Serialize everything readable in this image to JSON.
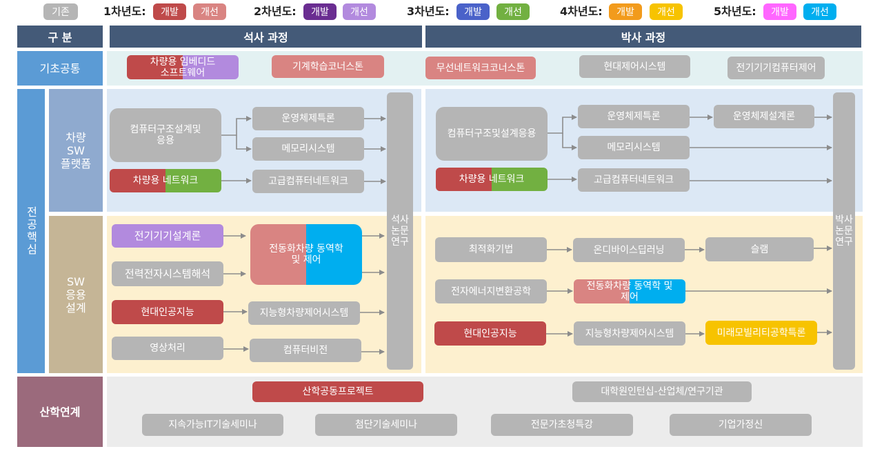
{
  "legend": {
    "existing": "기존",
    "years": [
      {
        "label": "1차년도:",
        "dev": "개발",
        "imp": "개선",
        "dev_color": "#bf4a4a",
        "imp_color": "#d98482"
      },
      {
        "label": "2차년도:",
        "dev": "개발",
        "imp": "개선",
        "dev_color": "#6a2d91",
        "imp_color": "#b28ade"
      },
      {
        "label": "3차년도:",
        "dev": "개발",
        "imp": "개선",
        "dev_color": "#4a62c9",
        "imp_color": "#72b041"
      },
      {
        "label": "4차년도:",
        "dev": "개발",
        "imp": "개선",
        "dev_color": "#f29b1c",
        "imp_color": "#f7c300"
      },
      {
        "label": "5차년도:",
        "dev": "개발",
        "imp": "개선",
        "dev_color": "#ff66ff",
        "imp_color": "#00aeef"
      }
    ]
  },
  "header": {
    "category": "구 분",
    "masters": "석사 과정",
    "phd": "박사 과정"
  },
  "rows": {
    "basic": "기초공통",
    "major": "전공핵심",
    "vehicle_sw": "차량\nSW\n플랫폼",
    "sw_app": "SW\n응용\n설계",
    "industry": "산학연계"
  },
  "basic_common": {
    "embedded_sw": "차량용 임베디드\n소프트웨어",
    "ml_concert": "기계학습코너스톤",
    "wireless_concert": "무선네트워크코너스톤",
    "modern_control": "현대제어시스템",
    "electrical_computer": "전기기기컴퓨터제어"
  },
  "masters_platform": {
    "computer_arch": "컴퓨터구조설계및\n응용",
    "os_special": "운영체제특론",
    "memory_system": "메모리시스템",
    "vehicle_network": "차량용 네트워크",
    "adv_network": "고급컴퓨터네트워크"
  },
  "masters_app": {
    "electrical_design": "전기기기설계론",
    "power_electronics": "전력전자시스템해석",
    "ev_dynamics": "전동화차량 동역학\n및 제어",
    "modern_ai": "현대인공지능",
    "intelligent_vehicle": "지능형차량제어시스템",
    "image_processing": "영상처리",
    "computer_vision": "컴퓨터비전"
  },
  "masters_thesis": "석사\n논문\n연구",
  "phd_platform": {
    "computer_arch": "컴퓨터구조및설계응용",
    "os_special": "운영체제특론",
    "os_design": "운영체제설계론",
    "memory_system": "메모리시스템",
    "vehicle_network": "차량용 네트워크",
    "adv_network": "고급컴퓨터네트워크"
  },
  "phd_app": {
    "optimization": "최적화기법",
    "on_device_dl": "온디바이스딥러닝",
    "slam": "슬램",
    "power_conversion": "전자에너지변환공학",
    "ev_dynamics": "전동화차량 동역학 및\n제어",
    "modern_ai": "현대인공지능",
    "intelligent_vehicle": "지능형차량제어시스템",
    "future_mobility": "미래모빌리티공학특론"
  },
  "phd_thesis": "박사\n논문\n연구",
  "industry": {
    "joint_project": "산학공동프로젝트",
    "internship": "대학원인턴십-산업체/연구기관",
    "sustainable_seminar": "지속가능IT기술세미나",
    "advanced_seminar": "첨단기술세미나",
    "expert_lecture": "전문가초청특강",
    "company_visit": "기업가정신"
  },
  "colors": {
    "header": "#445a78",
    "basic_bg": "#e3f1f2",
    "platform_bg": "#dce8f5",
    "app_bg": "#fdf0cf",
    "industry_bg": "#ececec",
    "major_side": "#5b9bd5",
    "platform_side": "#8faacf",
    "app_side": "#c5b596",
    "industry_side": "#9b6a7c",
    "basic_side": "#5b9bd5"
  }
}
